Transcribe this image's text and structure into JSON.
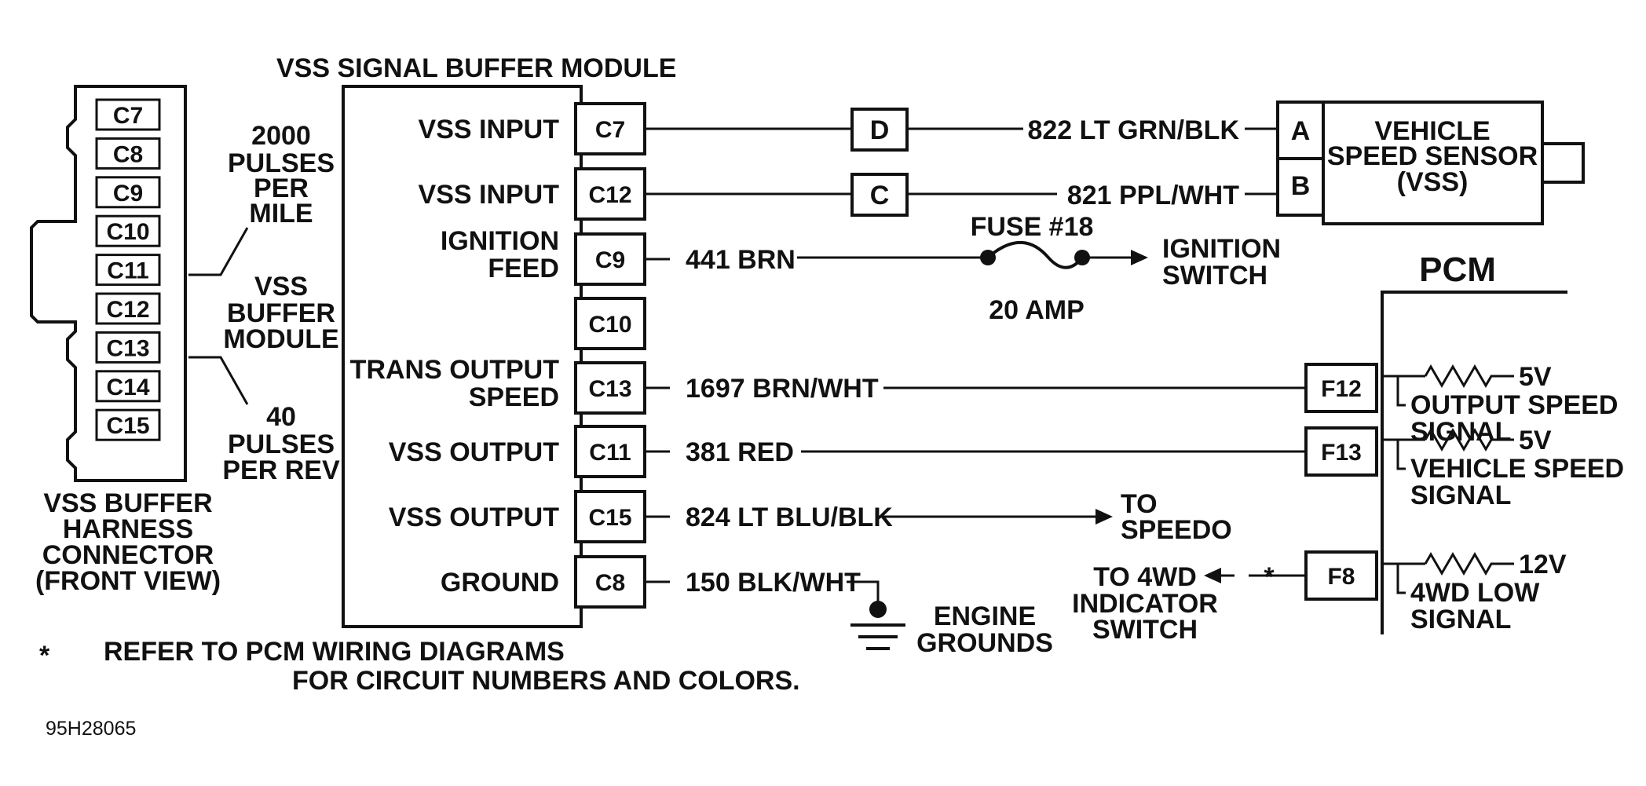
{
  "module_title": "VSS SIGNAL BUFFER MODULE",
  "connector": {
    "pins": [
      "C7",
      "C8",
      "C9",
      "C10",
      "C11",
      "C12",
      "C13",
      "C14",
      "C15"
    ],
    "caption": [
      "VSS BUFFER",
      "HARNESS",
      "CONNECTOR",
      "(FRONT VIEW)"
    ]
  },
  "callouts": {
    "pulses_mile": [
      "2000",
      "PULSES",
      "PER",
      "MILE"
    ],
    "vss_buffer": [
      "VSS",
      "BUFFER",
      "MODULE"
    ],
    "pulses_rev": [
      "40",
      "PULSES",
      "PER REV"
    ]
  },
  "module_rows": [
    {
      "label": [
        "VSS INPUT"
      ],
      "terminal": "C7",
      "wire": "822 LT GRN/BLK"
    },
    {
      "label": [
        "VSS INPUT"
      ],
      "terminal": "C12",
      "wire": "821 PPL/WHT"
    },
    {
      "label": [
        "IGNITION",
        "FEED"
      ],
      "terminal": "C9",
      "wire": "441 BRN"
    },
    {
      "label": [],
      "terminal": "C10",
      "wire": ""
    },
    {
      "label": [
        "TRANS OUTPUT",
        "SPEED"
      ],
      "terminal": "C13",
      "wire": "1697 BRN/WHT"
    },
    {
      "label": [
        "VSS OUTPUT"
      ],
      "terminal": "C11",
      "wire": "381 RED"
    },
    {
      "label": [
        "VSS OUTPUT"
      ],
      "terminal": "C15",
      "wire": "824 LT BLU/BLK"
    },
    {
      "label": [
        "GROUND"
      ],
      "terminal": "C8",
      "wire": "150 BLK/WHT"
    }
  ],
  "inline_connectors": [
    "D",
    "C"
  ],
  "sensor": {
    "pins": [
      "A",
      "B"
    ],
    "label": [
      "VEHICLE",
      "SPEED SENSOR",
      "(VSS)"
    ]
  },
  "fuse": {
    "name": "FUSE #18",
    "rating": "20 AMP"
  },
  "ignition_switch": [
    "IGNITION",
    "SWITCH"
  ],
  "speedo": [
    "TO",
    "SPEEDO"
  ],
  "ground": [
    "ENGINE",
    "GROUNDS"
  ],
  "pcm": {
    "title": "PCM",
    "terminals": [
      {
        "id": "F12",
        "voltage": "5V",
        "signal": [
          "OUTPUT SPEED",
          "SIGNAL"
        ]
      },
      {
        "id": "F13",
        "voltage": "5V",
        "signal": [
          "VEHICLE SPEED",
          "SIGNAL"
        ]
      },
      {
        "id": "F8",
        "voltage": "12V",
        "signal": [
          "4WD LOW",
          "SIGNAL"
        ]
      }
    ]
  },
  "indicator": {
    "star": "*",
    "label": [
      "TO 4WD",
      "INDICATOR",
      "SWITCH"
    ]
  },
  "footnote": {
    "star": "*",
    "lines": [
      "REFER TO PCM WIRING DIAGRAMS",
      "FOR CIRCUIT NUMBERS AND COLORS."
    ]
  },
  "figure_code": "95H28065"
}
